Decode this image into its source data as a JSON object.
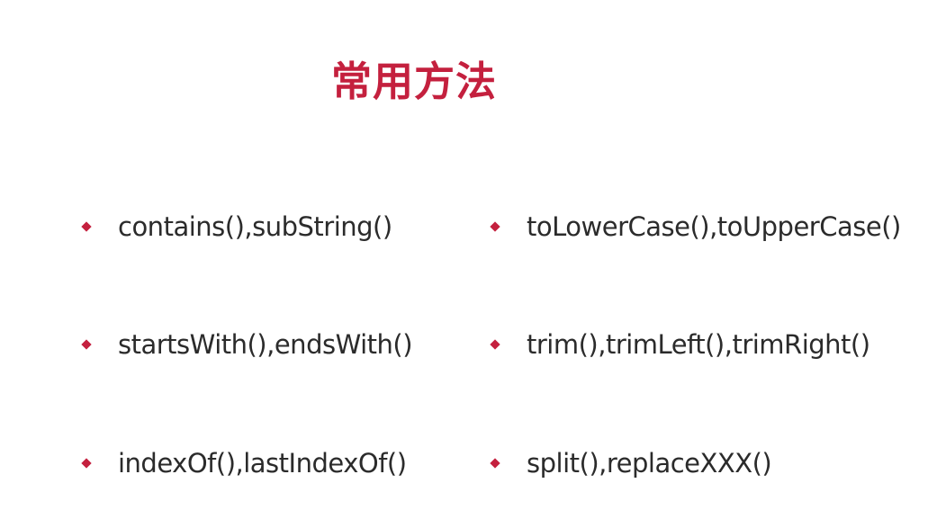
{
  "slide": {
    "title": "常用方法",
    "accent_color": "#c4203e",
    "text_color": "#2b2b2b",
    "bullet_icon": "diamond-bullet-icon",
    "left_items": [
      "contains(),subString()",
      "startsWith(),endsWith()",
      "indexOf(),lastIndexOf()"
    ],
    "right_items": [
      "toLowerCase(),toUpperCase()",
      "trim(),trimLeft(),trimRight()",
      "split(),replaceXXX()"
    ]
  }
}
